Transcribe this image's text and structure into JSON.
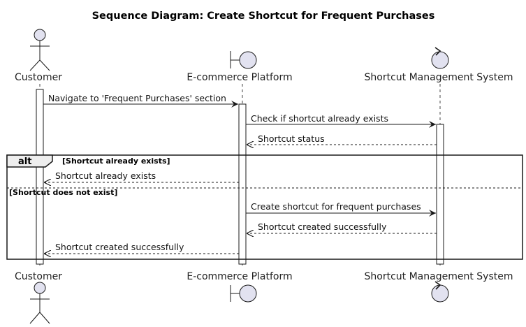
{
  "diagram": {
    "title": "Sequence Diagram: Create Shortcut for Frequent Purchases",
    "participants": [
      {
        "id": "customer",
        "name": "Customer",
        "kind": "actor",
        "icon": "actor-icon"
      },
      {
        "id": "platform",
        "name": "E-commerce Platform",
        "kind": "boundary",
        "icon": "boundary-icon"
      },
      {
        "id": "sms",
        "name": "Shortcut Management System",
        "kind": "control",
        "icon": "control-icon"
      }
    ],
    "messages": [
      {
        "text": "Navigate to 'Frequent Purchases' section",
        "from": "customer",
        "to": "platform",
        "style": "solid"
      },
      {
        "text": "Check if shortcut already exists",
        "from": "platform",
        "to": "sms",
        "style": "solid"
      },
      {
        "text": "Shortcut status",
        "from": "sms",
        "to": "platform",
        "style": "dashed"
      },
      {
        "text": "Shortcut already exists",
        "from": "platform",
        "to": "customer",
        "style": "dashed"
      },
      {
        "text": "Create shortcut for frequent purchases",
        "from": "platform",
        "to": "sms",
        "style": "solid"
      },
      {
        "text": "Shortcut created successfully",
        "from": "sms",
        "to": "platform",
        "style": "dashed"
      },
      {
        "text": "Shortcut created successfully",
        "from": "platform",
        "to": "customer",
        "style": "dashed"
      }
    ],
    "fragment": {
      "label": "alt",
      "guard_1": "[Shortcut already exists]",
      "guard_2": "[Shortcut does not exist]"
    },
    "colors": {
      "participant_fill": "#E2E2F0",
      "line": "#181818",
      "lifeline": "#181818",
      "fragment_header": "#EEEEEE"
    }
  }
}
